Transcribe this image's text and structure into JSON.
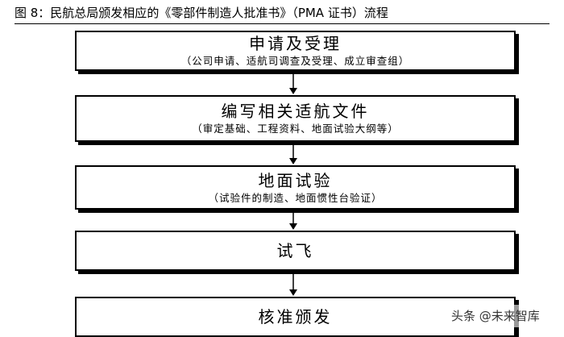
{
  "figure": {
    "title": "图 8：民航总局颁发相应的《零部件制造人批准书》（PMA 证书）流程"
  },
  "steps": [
    {
      "main": "申请及受理",
      "sub": "（公司申请、适航司调查及受理、成立审查组）"
    },
    {
      "main": "编写相关适航文件",
      "sub": "（审定基础、工程资料、地面试验大纲等）"
    },
    {
      "main": "地面试验",
      "sub": "（试验件的制造、地面惯性台验证）"
    },
    {
      "main": "试飞",
      "sub": ""
    },
    {
      "main": "核准颁发",
      "sub": ""
    }
  ],
  "watermark": {
    "text": "头条 @未来智库"
  }
}
